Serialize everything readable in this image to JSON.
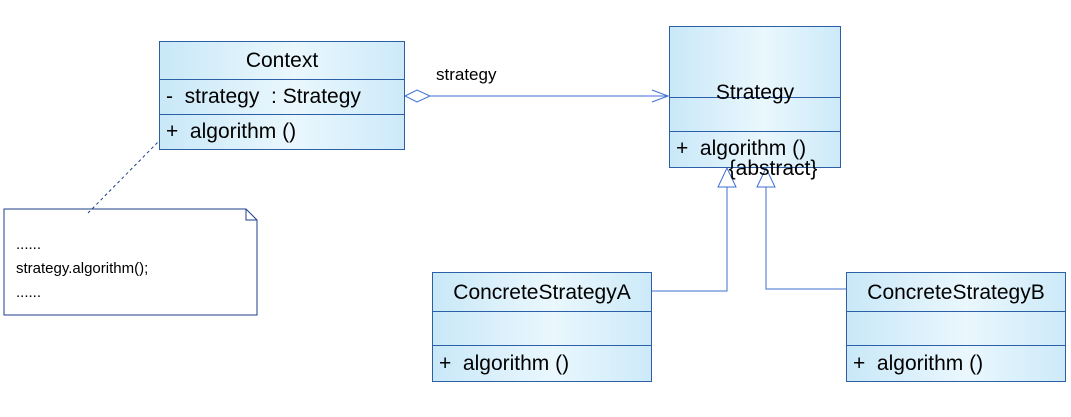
{
  "classes": {
    "context": {
      "name": "Context",
      "attribute": "-  strategy  : Strategy",
      "operation": "+  algorithm ()"
    },
    "strategy": {
      "name": "Strategy",
      "stereotype": "{abstract}",
      "operation": "+  algorithm ()"
    },
    "concrete_a": {
      "name": "ConcreteStrategyA",
      "operation": "+  algorithm ()"
    },
    "concrete_b": {
      "name": "ConcreteStrategyB",
      "operation": "+  algorithm ()"
    }
  },
  "association": {
    "label": "strategy"
  },
  "note": {
    "lines": [
      "......",
      "strategy.algorithm();",
      "......"
    ]
  },
  "colors": {
    "border": "#2b5fa6",
    "fill": "#c9e8f8",
    "connector": "#3e6fd0"
  }
}
